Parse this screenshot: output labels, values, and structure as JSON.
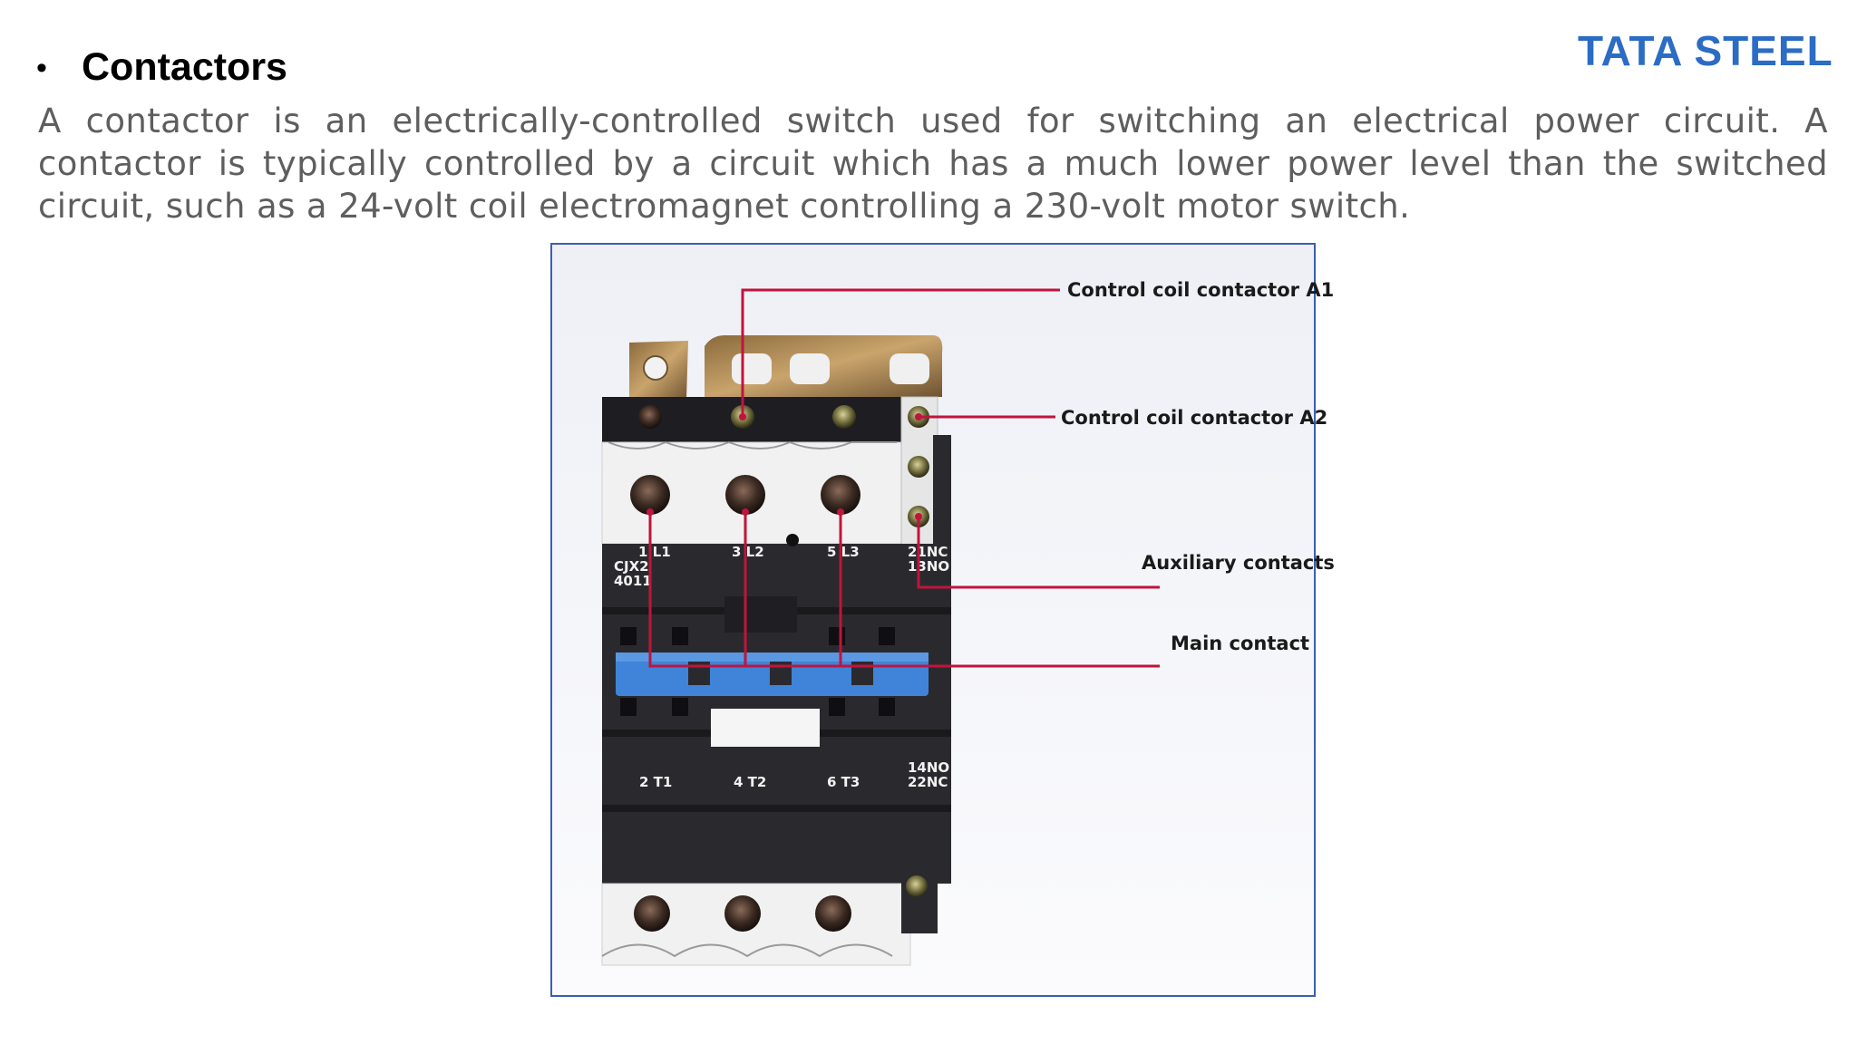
{
  "brand": {
    "logo_text": "TATA STEEL",
    "color": "#2b6cc4"
  },
  "slide": {
    "bullet": "•",
    "title": "Contactors",
    "body": "A contactor is an electrically-controlled switch used for switching an electrical power circuit. A contactor is typically controlled by a circuit which has a much lower power level than the switched circuit, such as a 24-volt coil electromagnet controlling a 230-volt motor switch."
  },
  "figure": {
    "callouts": {
      "a1": "Control coil contactor A1",
      "a2": "Control coil contactor A2",
      "aux": "Auxiliary contacts",
      "main": "Main contact"
    },
    "terminals": {
      "top_l1": "1 L1",
      "top_l2": "3 L2",
      "top_l3": "5 L3",
      "model_1": "CJX2",
      "model_2": "4011",
      "aux_top_1": "21NC",
      "aux_top_2": "13NO",
      "bot_t1": "2 T1",
      "bot_t2": "4 T2",
      "bot_t3": "6 T3",
      "aux_bot_1": "14NO",
      "aux_bot_2": "22NC"
    },
    "leader_color": "#c0143c",
    "frame_color": "#3c5fae"
  }
}
